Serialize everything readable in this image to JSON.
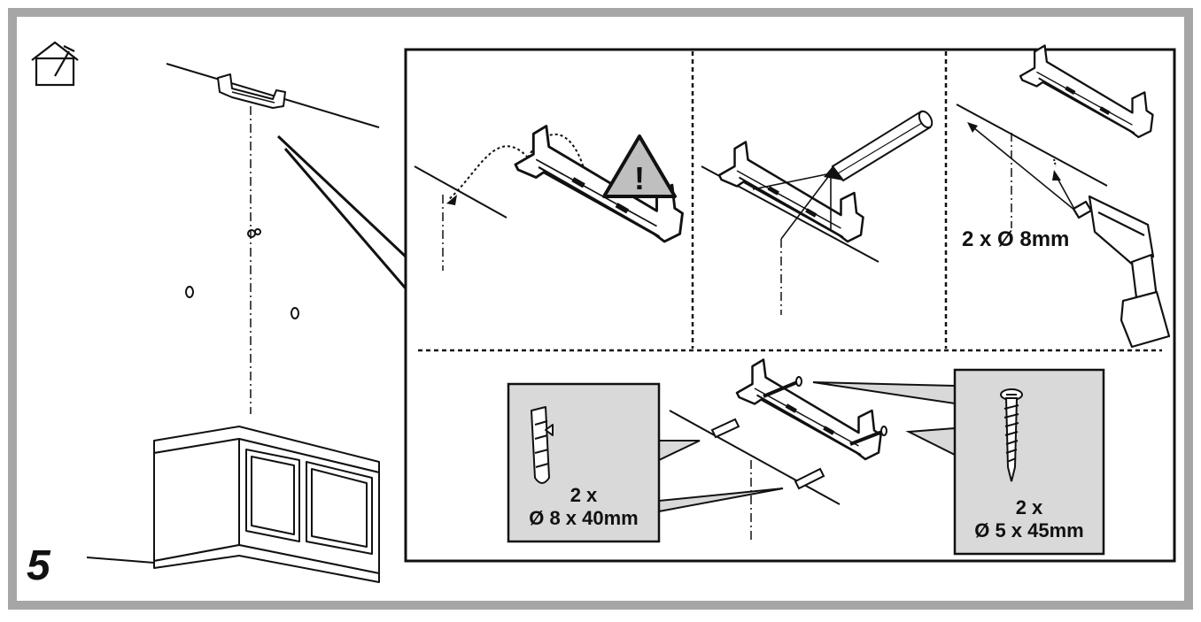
{
  "step_number": "5",
  "drill_label": "2 x Ø 8mm",
  "plug_label": {
    "line1": "2 x",
    "line2": "Ø 8 x 40mm"
  },
  "screw_label": {
    "line1": "2 x",
    "line2": "Ø 5 x 45mm"
  },
  "warning_mark": "!",
  "colors": {
    "frame": "#a6a6a6",
    "ink": "#111111",
    "callout_fill": "#d9d9d9",
    "warning_fill": "#bfbfbf"
  },
  "icons": [
    "house-tool-icon",
    "warning-icon",
    "pencil-icon",
    "drill-icon",
    "wall-plug-icon",
    "screw-icon",
    "bracket-icon"
  ]
}
